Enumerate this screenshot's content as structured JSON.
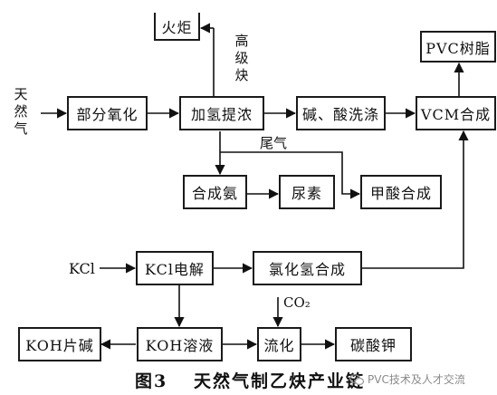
{
  "nodes": {
    "torch": "火炬",
    "partial_oxidation": "部分氧化",
    "h2_concentration": "加氢提浓",
    "wash": "碱、酸洗涤",
    "vcm": "VCM合成",
    "pvc": "PVC树脂",
    "ammonia": "合成氨",
    "urea": "尿素",
    "formic_acid": "甲酸合成",
    "kcl_electrolysis": "KCl电解",
    "hcl_synthesis": "氯化氢合成",
    "koh_flake": "KOH片碱",
    "koh_solution": "KOH溶液",
    "carbonation": "流化",
    "k2co3": "碳酸钾"
  },
  "labels": {
    "natural_gas": "天然气",
    "high_alkyne": "高级炔",
    "tail_gas": "尾气",
    "kcl_input": "KCl",
    "co2": "CO₂"
  },
  "caption": {
    "figure_number": "图3",
    "title": "天然气制乙炔产业链"
  },
  "watermark": "PVC技术及人才交流"
}
